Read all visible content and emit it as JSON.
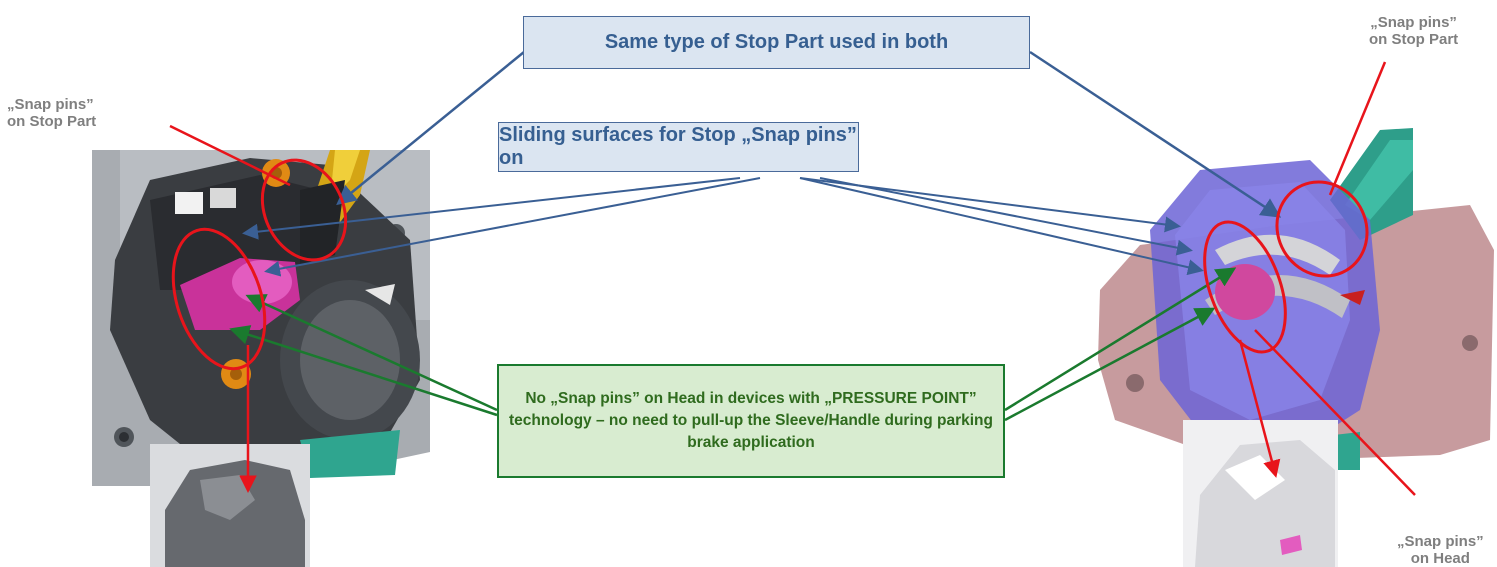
{
  "callouts": {
    "same_type": "Same type of Stop Part used in both",
    "sliding_surfaces": "Sliding surfaces for Stop „Snap pins” on",
    "no_snap_pins": "No „Snap pins” on Head in devices with „PRESSURE POINT” technology – no need to pull-up the Sleeve/Handle during parking brake application"
  },
  "labels": {
    "left_snap_line1": "„Snap pins”",
    "left_snap_line2": "on Stop Part",
    "right_top_snap_line1": "„Snap pins”",
    "right_top_snap_line2": "on Stop Part",
    "right_bottom_snap_line1": "„Snap pins”",
    "right_bottom_snap_line2": "on Head"
  },
  "colors": {
    "blue_arrow": "#3a5f94",
    "green_arrow": "#1a7a2e",
    "red_marker": "#e8141b"
  }
}
